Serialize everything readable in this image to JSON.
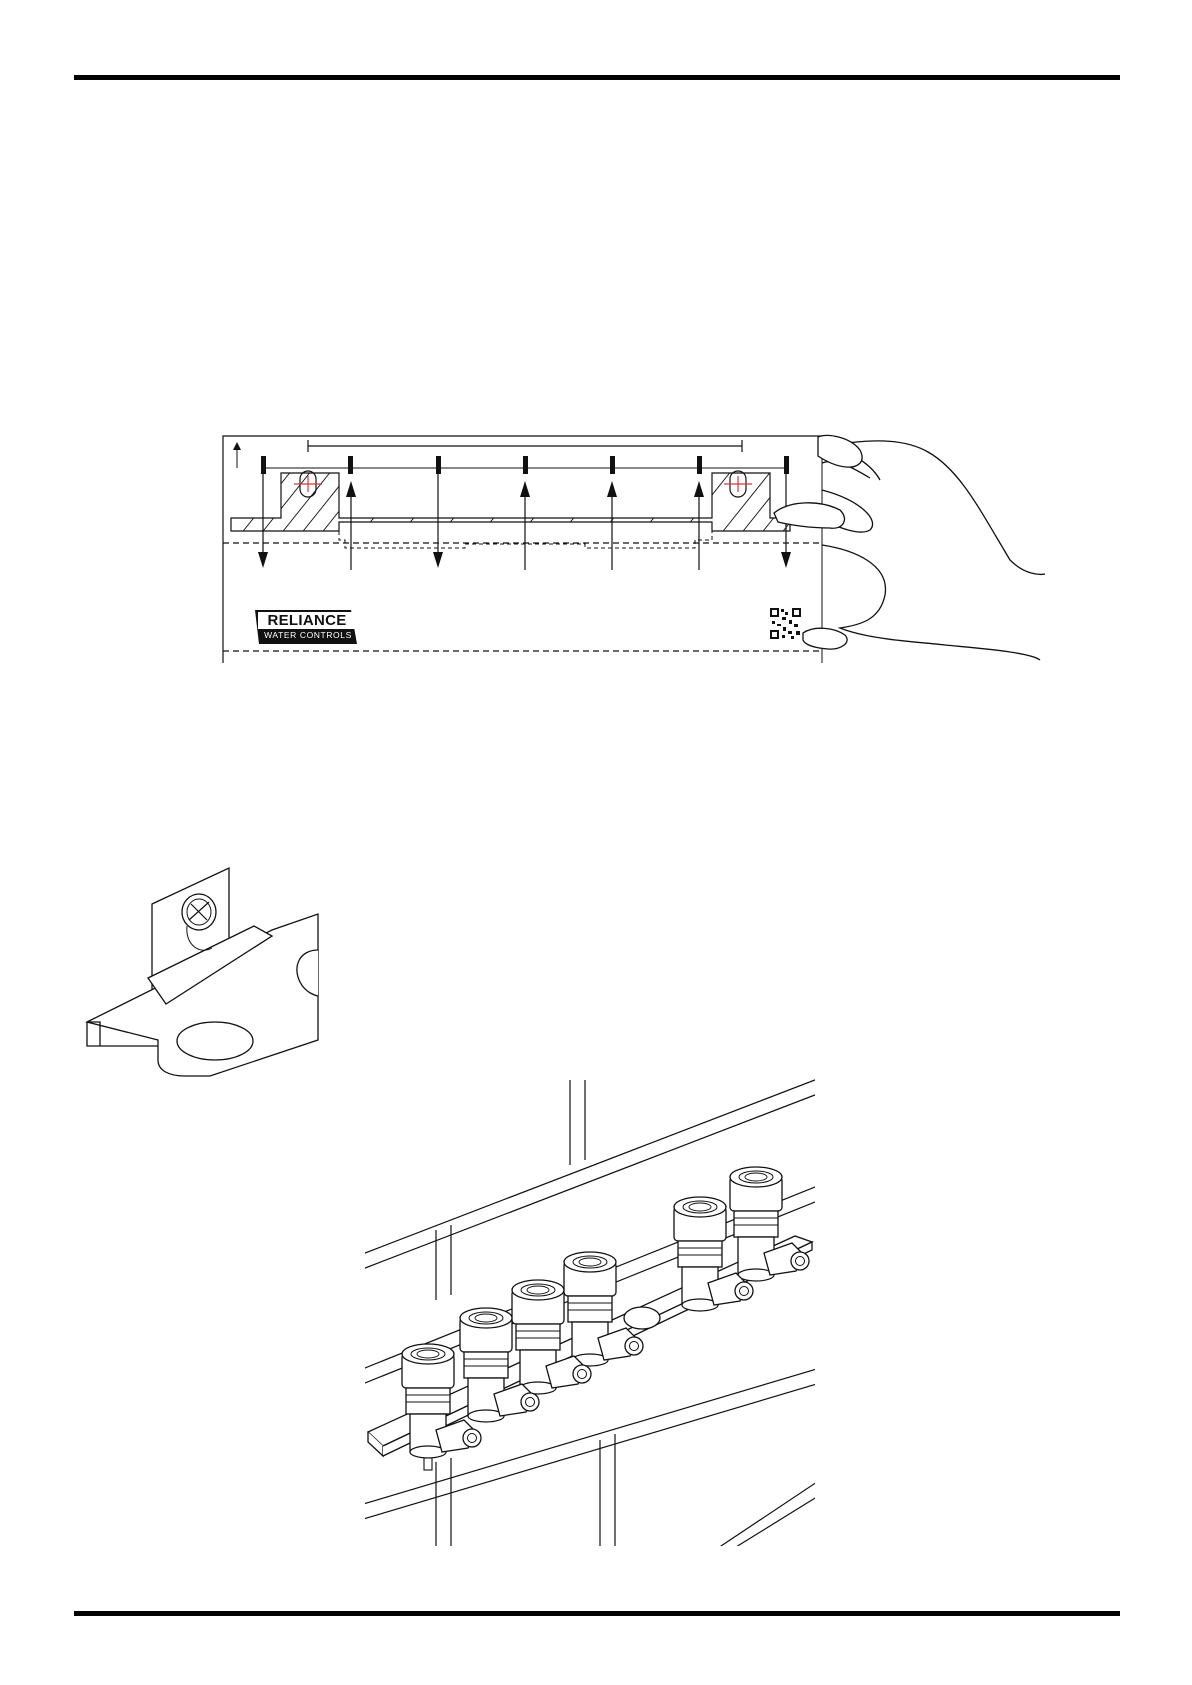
{
  "logo": {
    "brand": "RELIANCE",
    "subtitle": "WATER CONTROLS"
  },
  "template": {
    "valve_positions": 6,
    "icons": [
      "up-arrow-icon",
      "qr-code-icon",
      "hand-illustration"
    ]
  },
  "colors": {
    "ink": "#111111",
    "center_mark": "#d23a3a",
    "rule": "#000000"
  }
}
